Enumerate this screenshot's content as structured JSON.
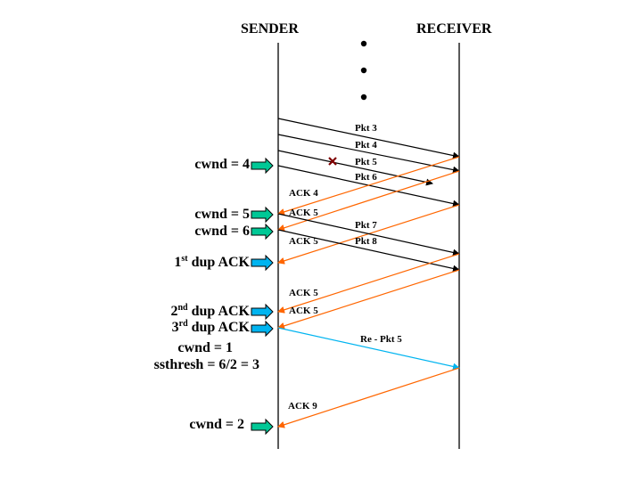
{
  "headers": {
    "sender": "SENDER",
    "receiver": "RECEIVER"
  },
  "colors": {
    "packet": "#000000",
    "ack": "#ff6600",
    "retransmit": "#00b4f0",
    "cwnd_arrow": "#00c896",
    "dup_arrow": "#00b4f0",
    "lost_mark": "#800000"
  },
  "continuation_dots": 3,
  "packets": [
    {
      "label": "Pkt 3",
      "type": "data",
      "lost": false
    },
    {
      "label": "Pkt 4",
      "type": "data",
      "lost": false
    },
    {
      "label": "Pkt 5",
      "type": "data",
      "lost": true
    },
    {
      "label": "Pkt 6",
      "type": "data",
      "lost": false
    },
    {
      "label": "ACK 4",
      "type": "ack"
    },
    {
      "label": "ACK 5",
      "type": "ack"
    },
    {
      "label": "ACK 5",
      "type": "ack"
    },
    {
      "label": "Pkt 7",
      "type": "data",
      "lost": false
    },
    {
      "label": "Pkt 8",
      "type": "data",
      "lost": false
    },
    {
      "label": "ACK 5",
      "type": "ack"
    },
    {
      "label": "ACK 5",
      "type": "ack"
    },
    {
      "label": "Re -  Pkt 5",
      "type": "retransmit"
    },
    {
      "label": "ACK 9",
      "type": "ack"
    }
  ],
  "events": [
    {
      "text": "cwnd = 4",
      "arrow": "cwnd"
    },
    {
      "text": "cwnd = 5",
      "arrow": "cwnd"
    },
    {
      "text": "cwnd = 6",
      "arrow": "cwnd"
    },
    {
      "num": "1",
      "sup": "st",
      "text": " dup ACK",
      "arrow": "dup"
    },
    {
      "num": "2",
      "sup": "nd",
      "text": " dup ACK",
      "arrow": "dup"
    },
    {
      "num": "3",
      "sup": "rd",
      "text": " dup ACK",
      "arrow": "dup"
    },
    {
      "text": "cwnd = 1",
      "arrow": "none"
    },
    {
      "text": "ssthresh = 6/2 = 3",
      "arrow": "none"
    },
    {
      "text": "cwnd = 2",
      "arrow": "cwnd"
    }
  ]
}
